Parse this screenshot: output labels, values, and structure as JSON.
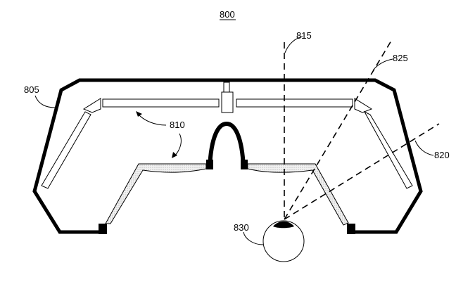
{
  "figure": {
    "number": "800",
    "labels": {
      "housing": "805",
      "optics": "810",
      "optical_axis": "815",
      "ray_upper": "825",
      "ray_lower": "820",
      "eye": "830"
    }
  }
}
